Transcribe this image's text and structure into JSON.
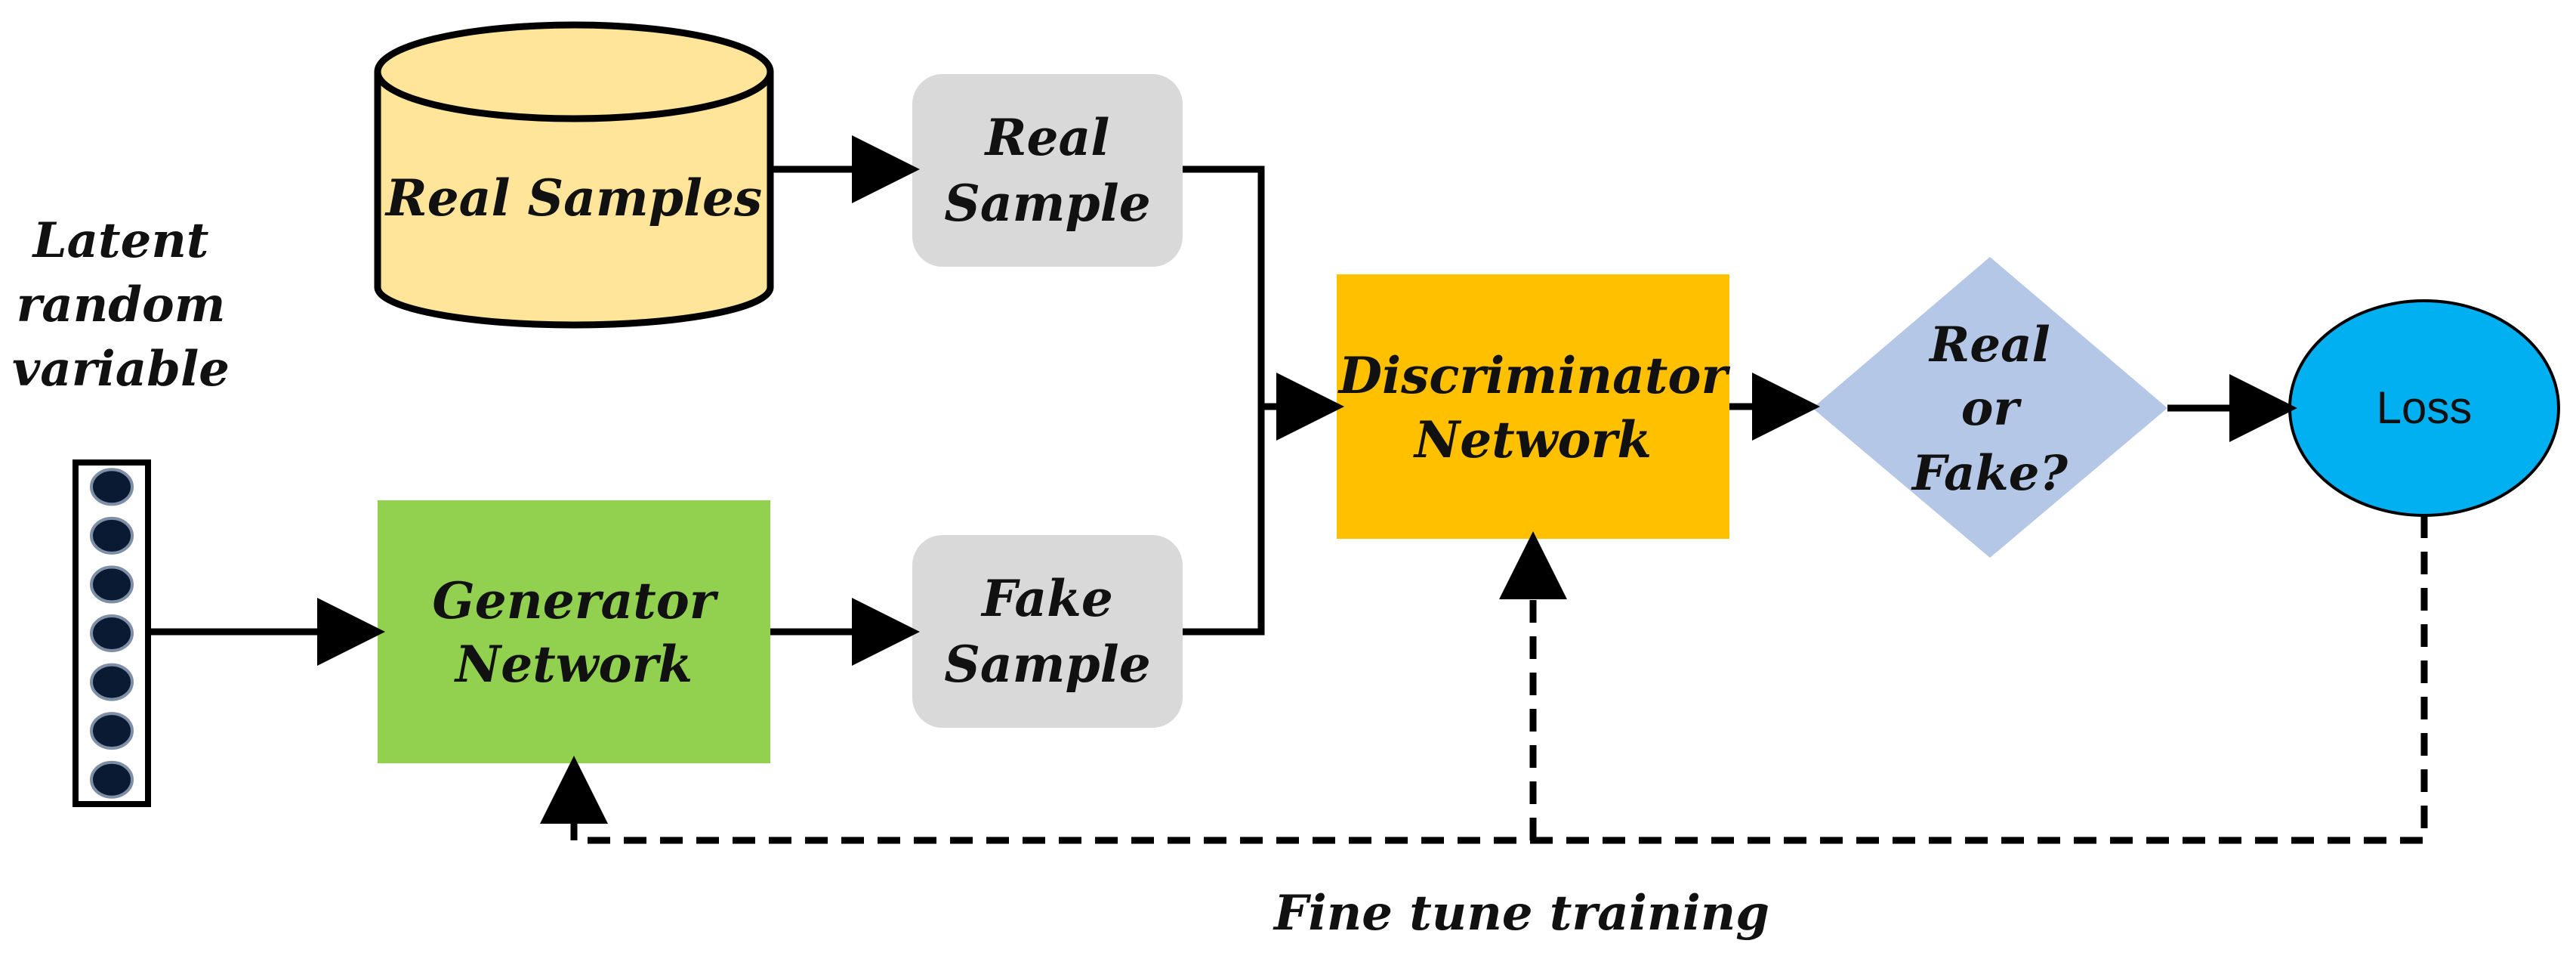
{
  "latent": {
    "line1": "Latent",
    "line2": "random",
    "line3": "variable",
    "slot_count": 7
  },
  "real_samples": {
    "label": "Real Samples"
  },
  "real_sample": {
    "line1": "Real",
    "line2": "Sample"
  },
  "fake_sample": {
    "line1": "Fake",
    "line2": "Sample"
  },
  "generator": {
    "line1": "Generator",
    "line2": "Network"
  },
  "discriminator": {
    "line1": "Discriminator",
    "line2": "Network"
  },
  "decision": {
    "line1": "Real",
    "line2": "or",
    "line3": "Fake?"
  },
  "loss": {
    "label": "Loss"
  },
  "feedback": {
    "label": "Fine tune training"
  },
  "colors": {
    "database_fill": "#FFE599",
    "sample_fill": "#D9D9D9",
    "generator_fill": "#92D050",
    "discriminator_fill": "#FFC000",
    "decision_fill": "#B4C7E7",
    "loss_fill": "#00B0F0",
    "latent_dot": "#0B1A33"
  }
}
